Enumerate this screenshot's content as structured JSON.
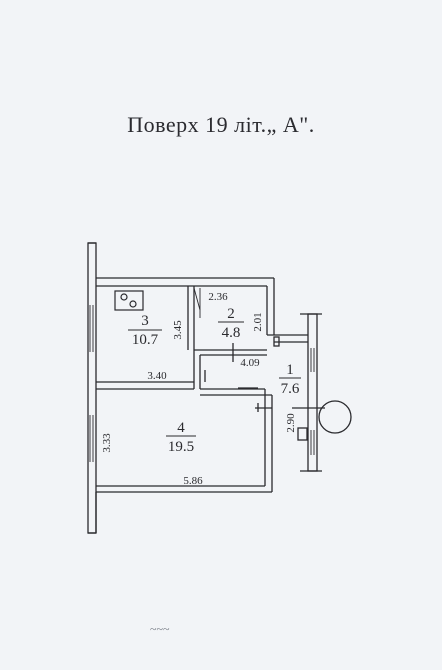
{
  "title": "Поверх 19 літ.„ А\".",
  "rooms": [
    {
      "number": "3",
      "area": "10.7"
    },
    {
      "number": "2",
      "area": "4.8"
    },
    {
      "number": "1",
      "area": "7.6"
    },
    {
      "number": "4",
      "area": "19.5"
    }
  ],
  "dimensions": {
    "room2_width": "2.36",
    "room3_height": "3.45",
    "room2_height": "2.01",
    "hall_width": "4.09",
    "room3_width": "3.40",
    "room4_height": "3.33",
    "hall_height": "2.90",
    "room4_width": "5.86"
  },
  "footer_mark": "~~~"
}
